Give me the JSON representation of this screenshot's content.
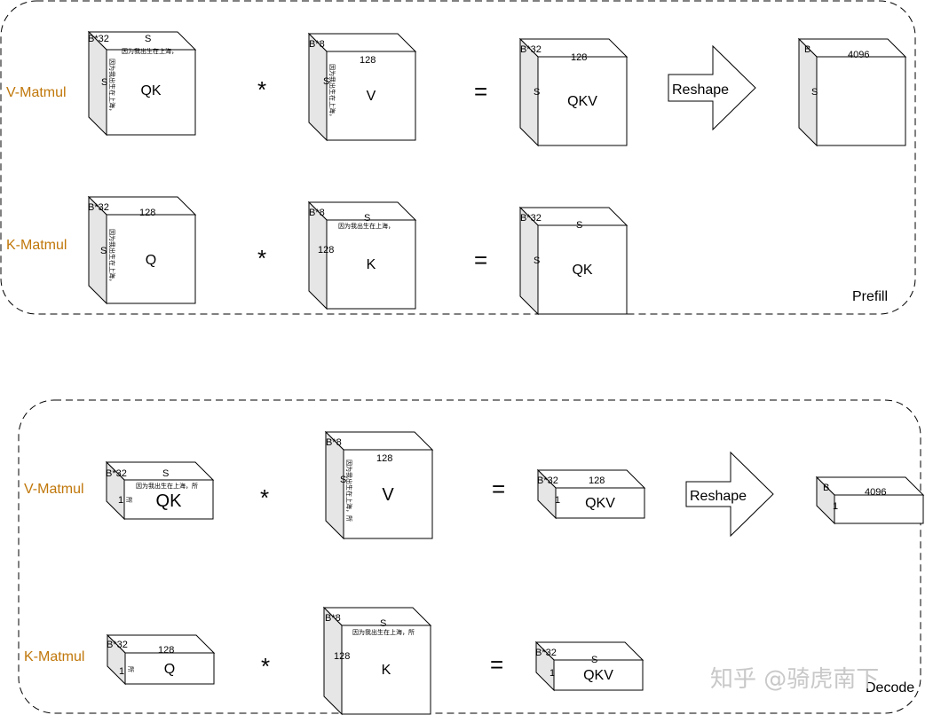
{
  "labels": {
    "v_matmul": "V-Matmul",
    "k_matmul": "K-Matmul",
    "prefill": "Prefill",
    "decode": "Decode",
    "reshape": "Reshape",
    "multiply": "*",
    "equals": "=",
    "watermark": "知乎 @骑虎南下"
  },
  "tensors": {
    "qk": "QK",
    "v": "V",
    "qkv": "QKV",
    "q": "Q",
    "k": "K"
  },
  "dims": {
    "b32": "B*32",
    "b8": "B*8",
    "b": "B",
    "s": "S",
    "d128": "128",
    "d4096": "4096",
    "one": "1"
  },
  "tokens": {
    "short": "因为我出生在上海，",
    "long": "因为我出生在上海，所",
    "char": "所"
  }
}
